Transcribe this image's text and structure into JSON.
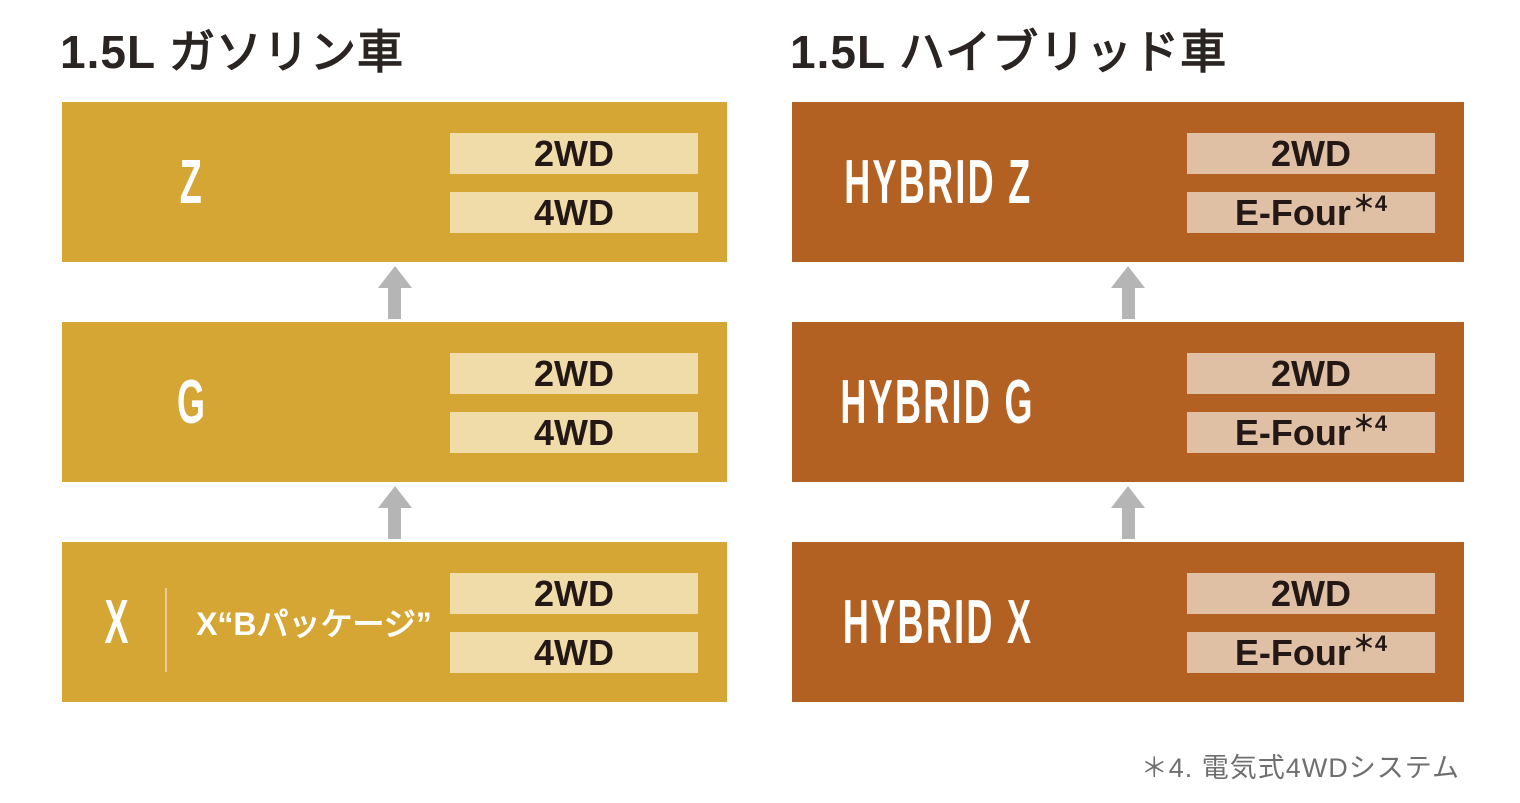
{
  "titles": {
    "gasoline": "1.5L ガソリン車",
    "hybrid": "1.5L ハイブリッド車"
  },
  "columns": [
    {
      "key": "gasoline",
      "title": "1.5L ガソリン車",
      "colors": {
        "block": "#D6A635",
        "badge_bg": "#F0DCA9",
        "badge_text": "#231815",
        "label_text": "#FFFFFF"
      },
      "blocks": [
        {
          "grade": "Z",
          "badges": [
            {
              "label": "2WD"
            },
            {
              "label": "4WD"
            }
          ]
        },
        {
          "grade": "G",
          "badges": [
            {
              "label": "2WD"
            },
            {
              "label": "4WD"
            }
          ]
        },
        {
          "grade": "X",
          "sub_label": "X“Bパッケージ”",
          "badges": [
            {
              "label": "2WD"
            },
            {
              "label": "4WD"
            }
          ]
        }
      ]
    },
    {
      "key": "hybrid",
      "title": "1.5L ハイブリッド車",
      "colors": {
        "block": "#B26123",
        "badge_bg": "#E0C0A4",
        "badge_text": "#231815",
        "label_text": "#FFFFFF"
      },
      "blocks": [
        {
          "grade": "HYBRID Z",
          "badges": [
            {
              "label": "2WD"
            },
            {
              "label": "E-Four",
              "sup": "＊4"
            }
          ]
        },
        {
          "grade": "HYBRID G",
          "badges": [
            {
              "label": "2WD"
            },
            {
              "label": "E-Four",
              "sup": "＊4"
            }
          ]
        },
        {
          "grade": "HYBRID X",
          "badges": [
            {
              "label": "2WD"
            },
            {
              "label": "E-Four",
              "sup": "＊4"
            }
          ]
        }
      ]
    }
  ],
  "arrow": {
    "color": "#B5B5B5",
    "direction": "up"
  },
  "footnote": {
    "text": "＊4. 電気式4WDシステム",
    "color": "#6F6F6F"
  }
}
